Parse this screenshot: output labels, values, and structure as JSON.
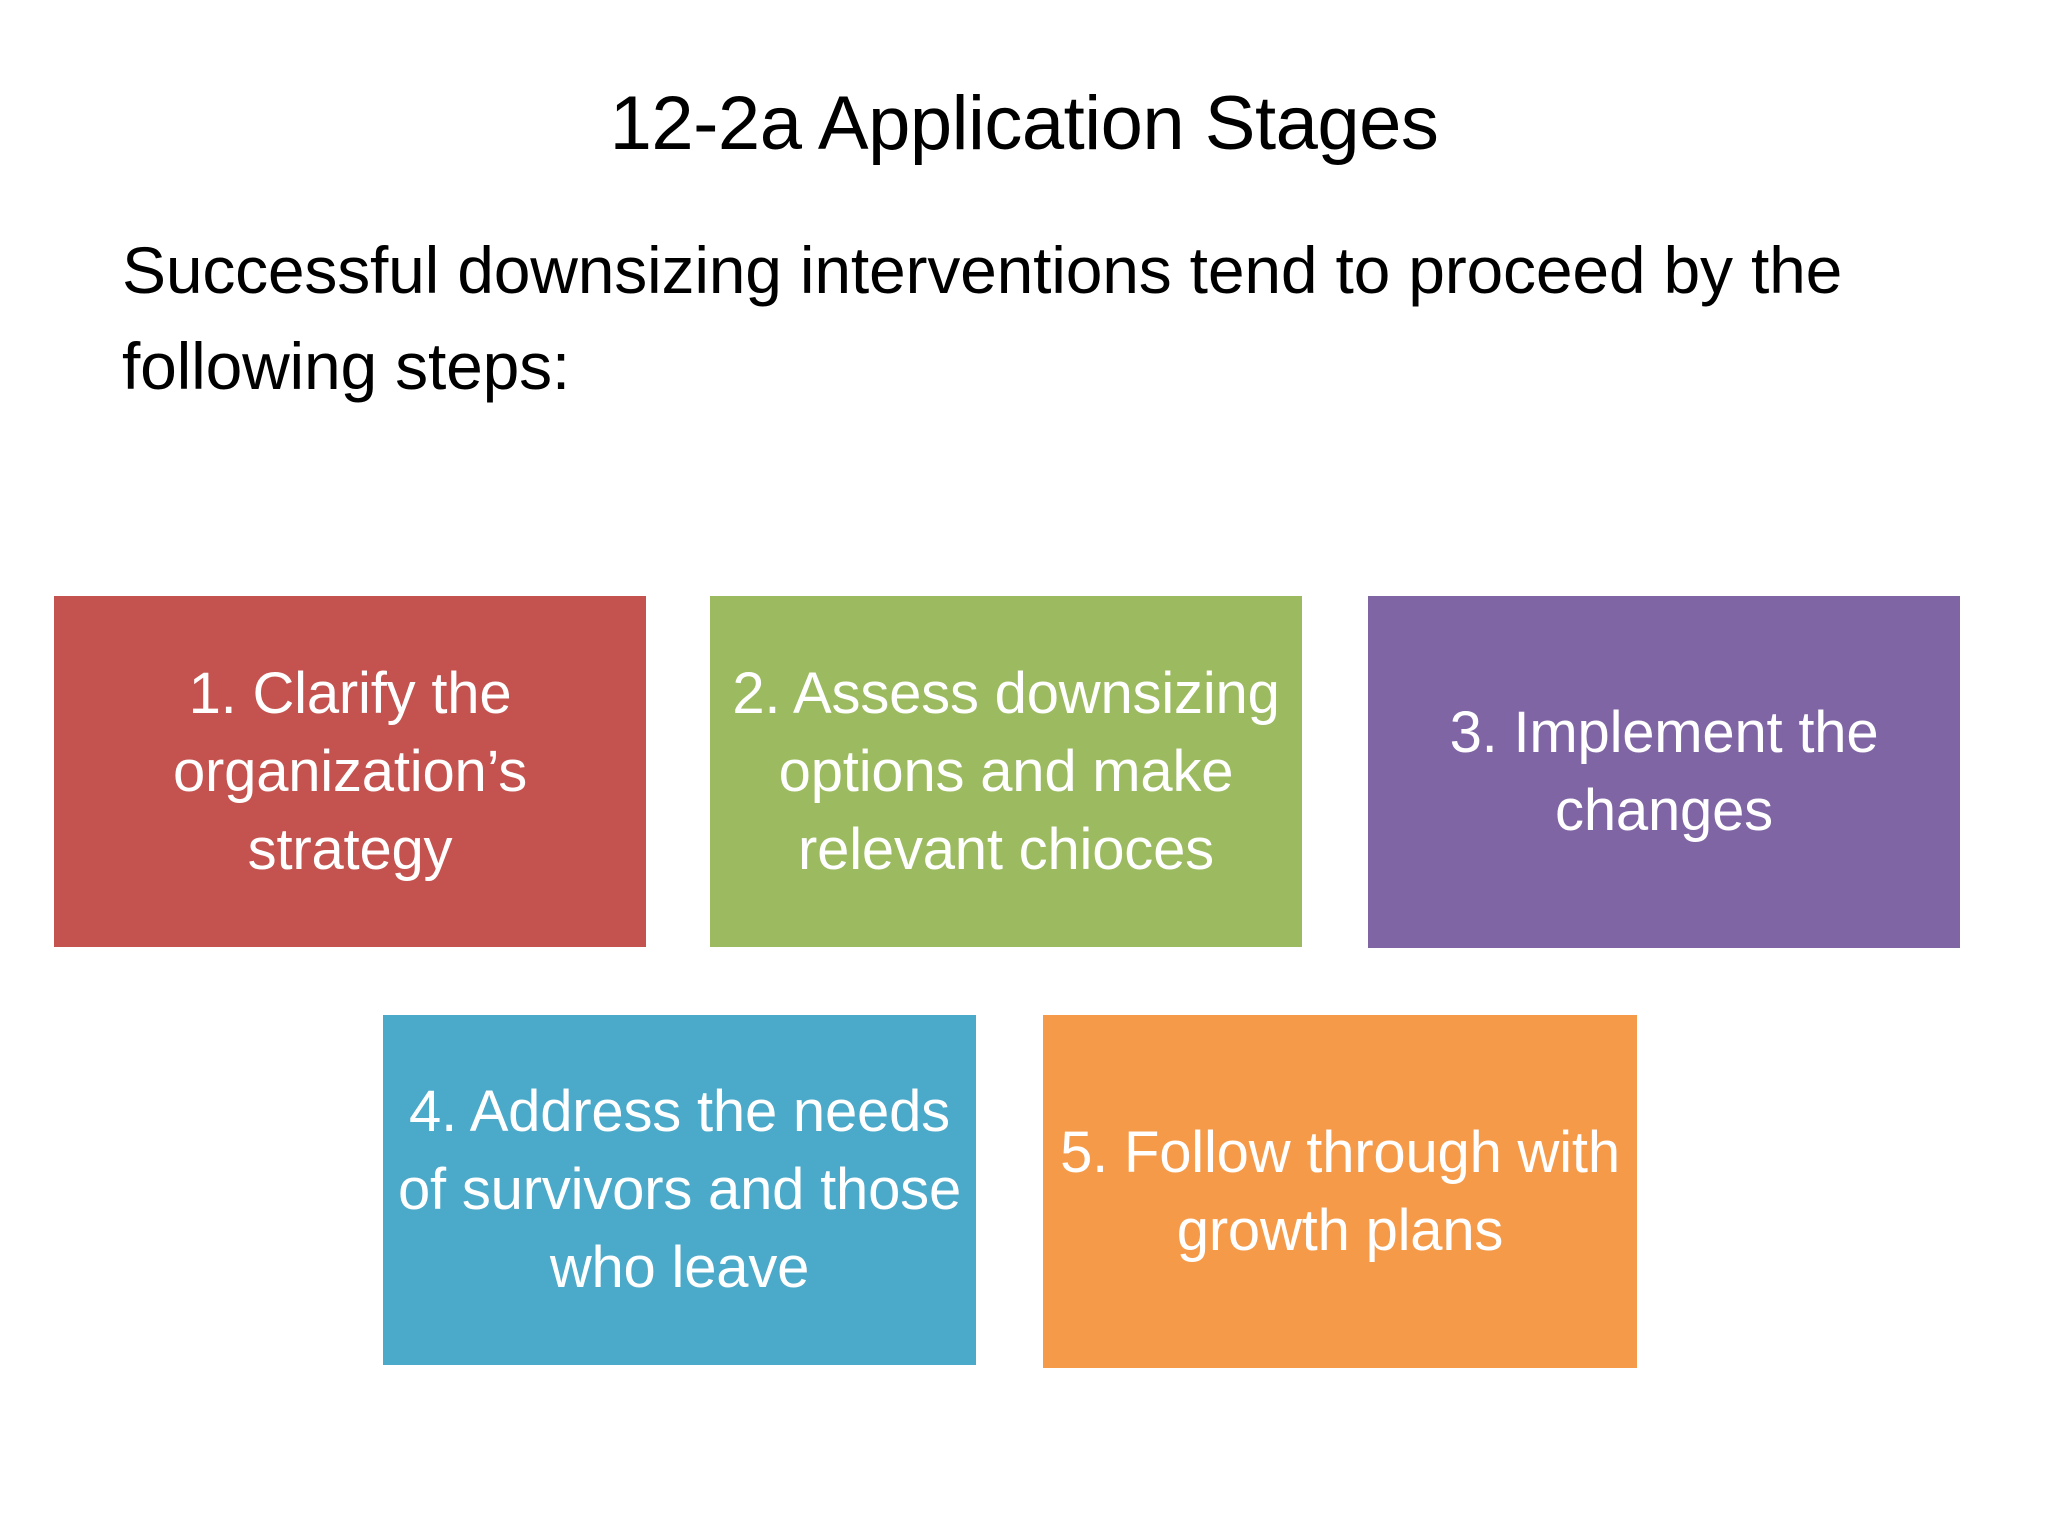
{
  "slide": {
    "title": "12-2a Application Stages",
    "body_text": "Successful downsizing interventions tend to proceed by the following steps:",
    "background_color": "#FFFFFF",
    "text_color": "#000000"
  },
  "diagram": {
    "type": "process-stages",
    "stages": [
      {
        "number": 1,
        "label": "1. Clarify the organization’s strategy",
        "color": "#C4524F",
        "text_color": "#FFFFFF"
      },
      {
        "number": 2,
        "label": "2. Assess downsizing options and make relevant chioces",
        "color": "#9CBA5F",
        "text_color": "#FFFFFF"
      },
      {
        "number": 3,
        "label": "3. Implement the changes",
        "color": "#8065A5",
        "text_color": "#FFFFFF"
      },
      {
        "number": 4,
        "label": "4. Address the needs of survivors and those who leave",
        "color": "#4BA9C9",
        "text_color": "#FFFFFF"
      },
      {
        "number": 5,
        "label": "5. Follow through with growth plans",
        "color": "#F59A49",
        "text_color": "#FFFFFF"
      }
    ]
  }
}
